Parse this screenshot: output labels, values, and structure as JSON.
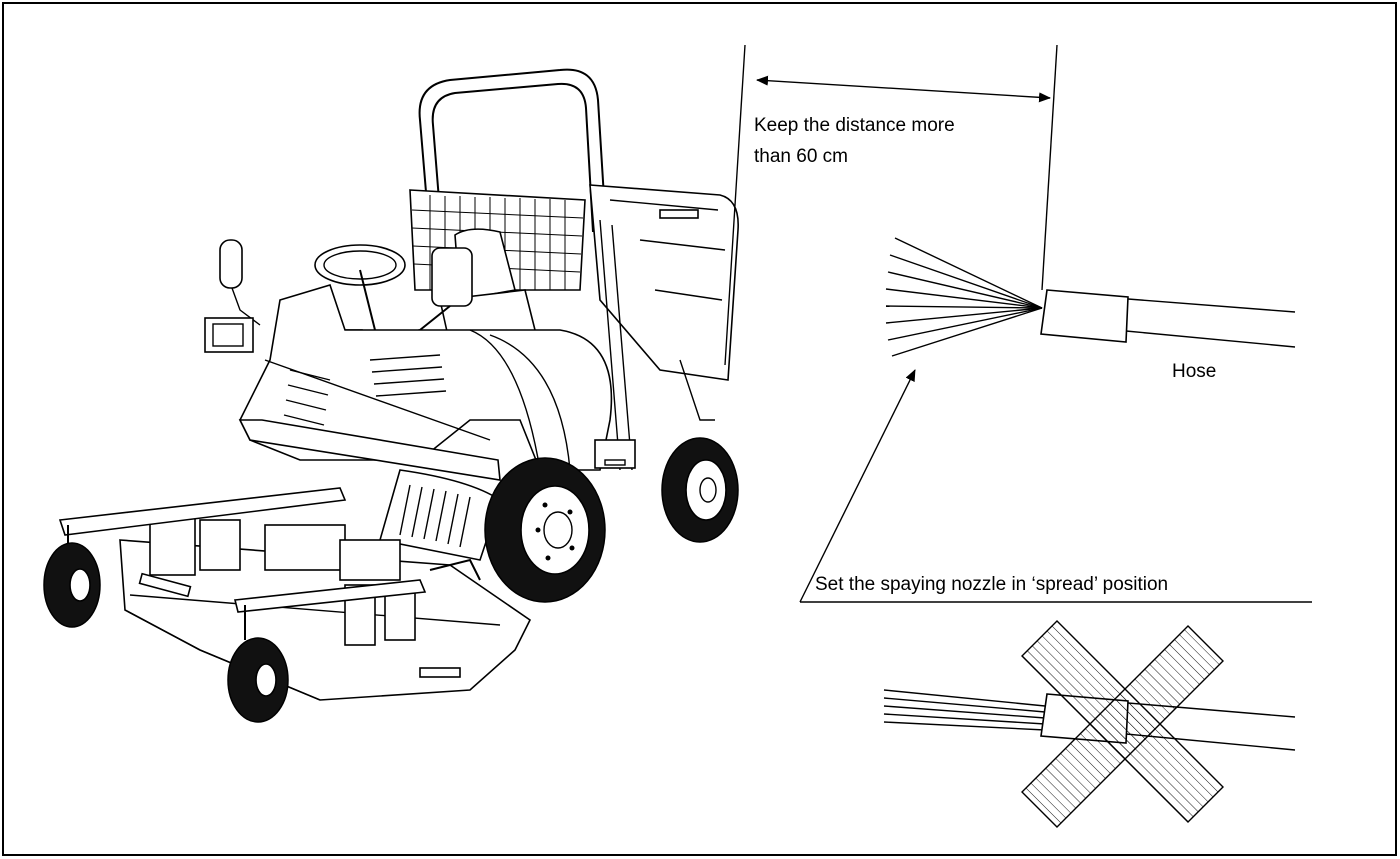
{
  "labels": {
    "distance_line1": "Keep the distance more",
    "distance_line2": "than 60 cm",
    "hose": "Hose",
    "nozzle_instruction": "Set the spaying nozzle in ‘spread’ position"
  },
  "colors": {
    "line": "#000000",
    "background": "#ffffff"
  }
}
